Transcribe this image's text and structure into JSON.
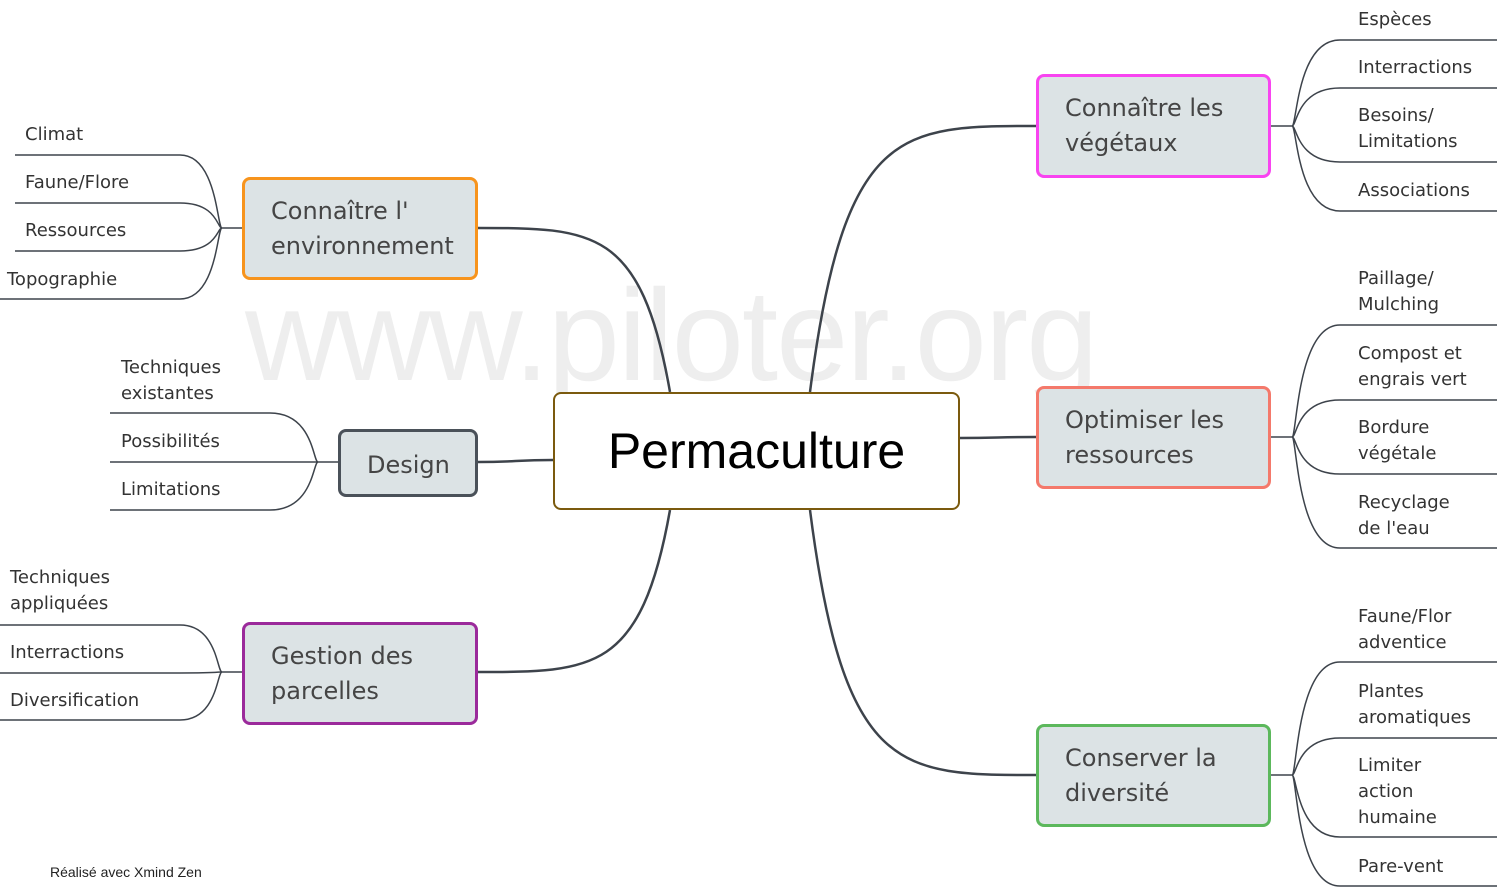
{
  "watermark": "www.piloter.org",
  "central": "Permaculture",
  "footer": "Réalisé avec Xmind Zen",
  "colors": {
    "env": "#f7941d",
    "design": "#4a5159",
    "gestion": "#9b2a9b",
    "vegetaux": "#f844f0",
    "ressources": "#f4796b",
    "diversite": "#5cb85c",
    "central": "#7b5a0e",
    "fill": "#dce3e5"
  },
  "topics": {
    "env": {
      "label": "Connaître l'\nenvironnement",
      "children": [
        "Climat",
        "Faune/Flore",
        "Ressources",
        "Topographie"
      ]
    },
    "design": {
      "label": "Design",
      "children": [
        "Techniques\nexistantes",
        "Possibilités",
        "Limitations"
      ]
    },
    "gestion": {
      "label": "Gestion des\nparcelles",
      "children": [
        "Techniques\nappliquées",
        "Interractions",
        "Diversification"
      ]
    },
    "vegetaux": {
      "label": "Connaître les\nvégétaux",
      "children": [
        "Espèces",
        "Interractions",
        "Besoins/\nLimitations",
        "Associations"
      ]
    },
    "ressources": {
      "label": "Optimiser les\nressources",
      "children": [
        "Paillage/\nMulching",
        "Compost et\nengrais vert",
        "Bordure\nvégétale",
        "Recyclage\nde l'eau"
      ]
    },
    "diversite": {
      "label": "Conserver la\ndiversité",
      "children": [
        "Faune/Flor\nadventice",
        "Plantes\naromatiques",
        "Limiter\naction\nhumaine",
        "Pare-vent"
      ]
    }
  }
}
